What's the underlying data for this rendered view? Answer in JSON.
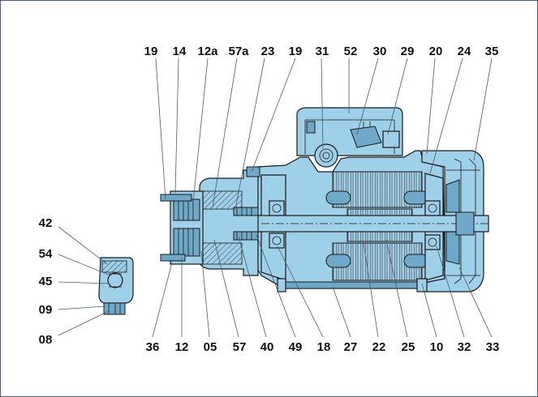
{
  "top_labels": [
    "19",
    "14",
    "12a",
    "57a",
    "23",
    "19",
    "31",
    "52",
    "30",
    "29",
    "20",
    "24",
    "35"
  ],
  "bottom_labels": [
    "36",
    "12",
    "05",
    "57",
    "40",
    "49",
    "18",
    "27",
    "22",
    "25",
    "10",
    "32",
    "33"
  ],
  "left_labels": [
    "42",
    "54",
    "45",
    "09",
    "08"
  ],
  "colors": {
    "fill": "#9fd0ea",
    "fill_dark": "#6fa8c8",
    "outline": "#1a1a1a",
    "leader": "#4a5a6a"
  }
}
